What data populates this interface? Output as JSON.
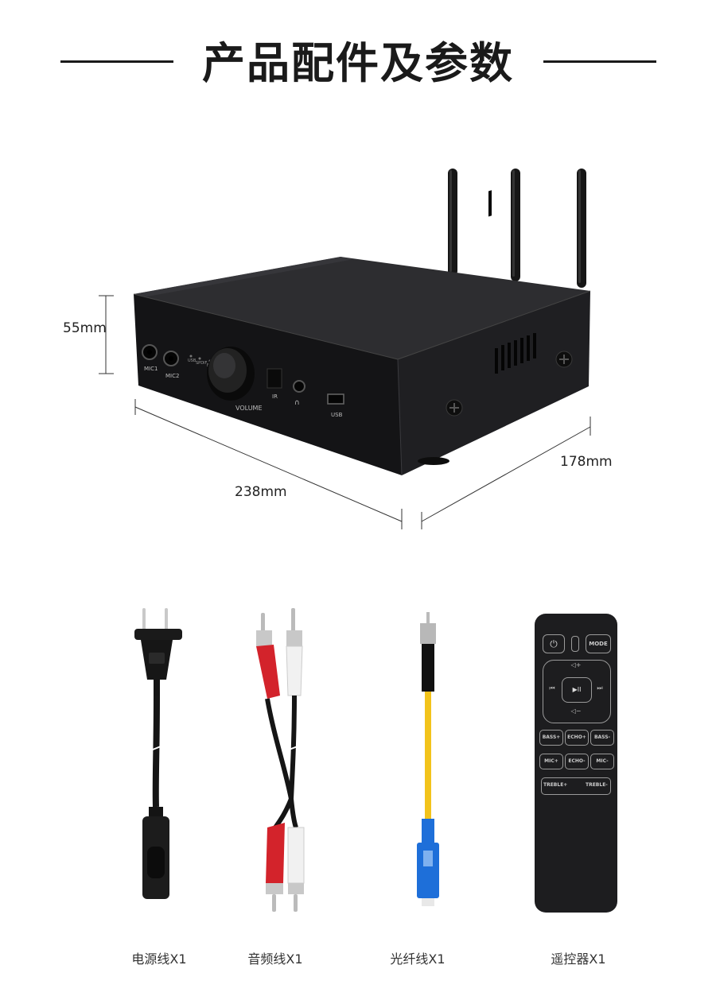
{
  "page": {
    "title": "产品配件及参数",
    "colors": {
      "device": "#1c1c1e",
      "accent_red": "#d3232b",
      "fiber_yellow": "#f2c31b",
      "sc_blue": "#1e6fd9"
    }
  },
  "dimensions": {
    "height": "55mm",
    "width": "238mm",
    "depth": "178mm"
  },
  "device": {
    "jack_1": "MIC1",
    "jack_2": "MIC2",
    "leds": [
      "USB",
      "SPDIF",
      "BT"
    ],
    "knob": "VOLUME",
    "ir": "IR",
    "usb": "USB",
    "antenna_count": 3
  },
  "accessories": [
    {
      "label": "电源线X1",
      "icon": "power-cord-icon"
    },
    {
      "label": "音频线X1",
      "icon": "rca-cable-icon"
    },
    {
      "label": "光纤线X1",
      "icon": "fiber-cable-icon"
    },
    {
      "label": "遥控器X1",
      "icon": "remote-control-icon"
    }
  ],
  "remote": {
    "mode": "MODE",
    "vol_up": "◁+",
    "vol_down": "◁−",
    "prev": "⏮",
    "play": "▶II",
    "next": "⏭",
    "row1": [
      "BASS+",
      "ECHO+",
      "BASS-"
    ],
    "row2": [
      "MIC+",
      "ECHO-",
      "MIC-"
    ],
    "treble_up": "TREBLE+",
    "treble_down": "TREBLE-"
  }
}
